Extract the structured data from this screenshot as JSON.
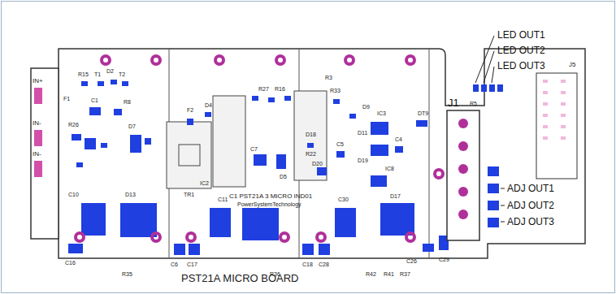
{
  "diagram": {
    "caption": "PST21A MICRO BOARD",
    "labels": [
      "LED OUT1",
      "LED OUT2",
      "LED OUT3",
      "ADJ OUT1",
      "ADJ OUT2",
      "ADJ OUT3",
      "J1",
      "J5",
      "IN+",
      "IN-",
      "IN-",
      "R15",
      "T1",
      "D2",
      "T2",
      "F1",
      "R26",
      "C1",
      "R8",
      "D13",
      "D7",
      "C10",
      "C16",
      "R35",
      "TR1",
      "IC2",
      "C6",
      "C17",
      "C11",
      "R36",
      "C18",
      "C28",
      "C30",
      "D17",
      "R42",
      "R41",
      "R37",
      "C26",
      "C29",
      "F2",
      "D4",
      "R27",
      "R16",
      "C7",
      "D5",
      "D18",
      "R22",
      "D20",
      "C5",
      "IC3",
      "C4",
      "IC8",
      "D9",
      "D11",
      "D19",
      "DT9",
      "R33",
      "R3",
      "R5",
      "C1 PST21A 3 MICRO IND01",
      "PowerSystemTechnology"
    ]
  }
}
